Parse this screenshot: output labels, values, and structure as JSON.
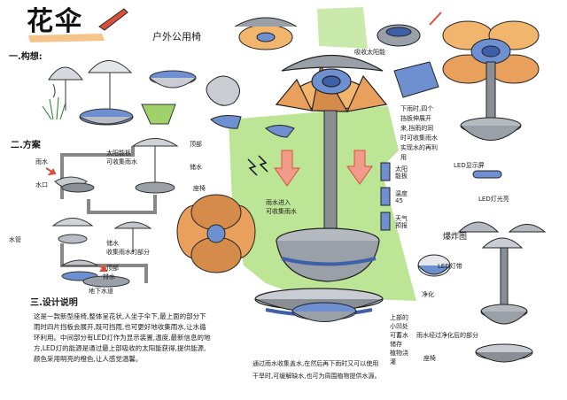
{
  "sheet": {
    "title": "花伞",
    "subtitle": "户外公用椅",
    "sections": {
      "concept": "一.构想:",
      "scheme": "二.方案",
      "design": "三.设计说明"
    },
    "annotations": {
      "top_label": "吸收太阳能",
      "rain_note_1": "下雨时,四个",
      "rain_note_2": "挡板伸展开",
      "rain_note_3": "来,挡雨的同",
      "rain_note_4": "时可收集雨水",
      "rain_note_5": "实现水的再利",
      "rain_note_6": "用",
      "led_top": "LED显示屏",
      "led_light": "LED灯光亮",
      "exploded": "爆炸图",
      "collect_water": "雨水进入",
      "collect_water_2": "可收集雨水",
      "top_part_1": "太阳",
      "top_part_2": "能板",
      "mid_part_1": "温度",
      "mid_part_2": "45",
      "low_part_1": "天气",
      "low_part_2": "预报",
      "purify": "净化",
      "up_1": "上部的",
      "up_2": "小凹处",
      "up_3": "可蓄水",
      "up_4": "储存",
      "up_5": "植物浇",
      "up_6": "灌",
      "led_ring_1": "LED灯带",
      "rain_flow": "雨水经过净化后的部分",
      "seat": "座椅",
      "water_collect_bottom": "通过雨水收集盖水,在然后再下雨时又可以使用",
      "water_collect_bottom_2": "干旱时,可缓解缺水,也可为周围植物提供水源。",
      "scheme_note_1": "太阳能板",
      "scheme_note_2": "可收集雨水",
      "scheme_note_3": "顶部",
      "scheme_note_4": "雨水",
      "scheme_note_5": "储水",
      "scheme_note_6": "水口",
      "scheme_note_7": "座椅",
      "scheme_note_8": "储水",
      "scheme_note_9": "收集雨水的部分",
      "scheme_note_10": "顶部",
      "scheme_note_11": "地下水道",
      "scheme_note_12": "水管",
      "scheme_note_13": "排水"
    },
    "design_text": "这是一款新型座椅,整体呈花状,人坐于伞下,最上面的部分下雨时四片挡板会展开,既可挡雨,也可更好地收集雨水,让水循环利用。中间部分有LED灯作为显示装置,温度,最新信息的地方,LED灯的能源是通过最上部吸收的太阳能获得,提供能源,颜色采用明亮的橙色,让人感觉温馨。"
  },
  "colors": {
    "orange": "#e8a05c",
    "blue": "#6e8fd0",
    "green": "#9fd26a",
    "gray": "#8a8f96",
    "red": "#d9503a"
  }
}
